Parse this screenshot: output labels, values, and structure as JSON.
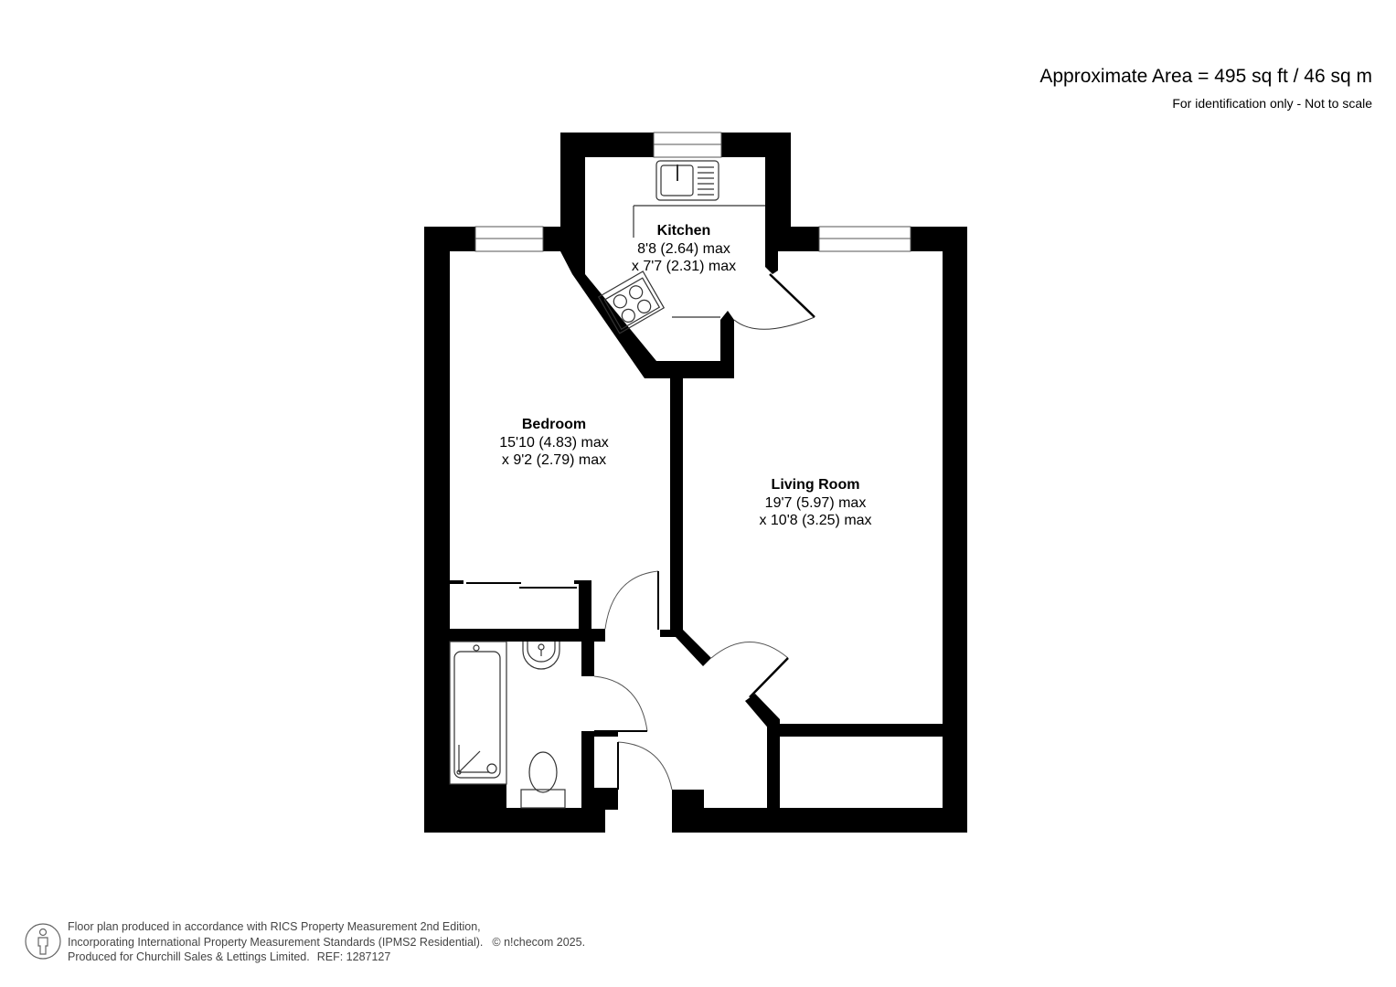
{
  "header": {
    "area": "Approximate Area = 495 sq ft / 46 sq m",
    "disclaimer": "For identification only - Not to scale"
  },
  "rooms": {
    "kitchen": {
      "name": "Kitchen",
      "dim1": "8'8 (2.64) max",
      "dim2": "x 7'7 (2.31) max"
    },
    "bedroom": {
      "name": "Bedroom",
      "dim1": "15'10 (4.83) max",
      "dim2": "x 9'2 (2.79) max"
    },
    "living_room": {
      "name": "Living Room",
      "dim1": "19'7 (5.97) max",
      "dim2": "x 10'8 (3.25) max"
    }
  },
  "footer": {
    "line1": "Floor plan produced in accordance with RICS Property Measurement 2nd Edition,",
    "line2": "Incorporating International Property Measurement Standards (IPMS2 Residential).",
    "copyright": "© n!checom 2025.",
    "line3": "Produced for Churchill Sales & Lettings Limited.",
    "ref": "REF: 1287127",
    "icon": "person-icon"
  },
  "colors": {
    "wall": "#000000",
    "background": "#ffffff",
    "fixture_line": "#333333",
    "footer_text": "#444444"
  }
}
